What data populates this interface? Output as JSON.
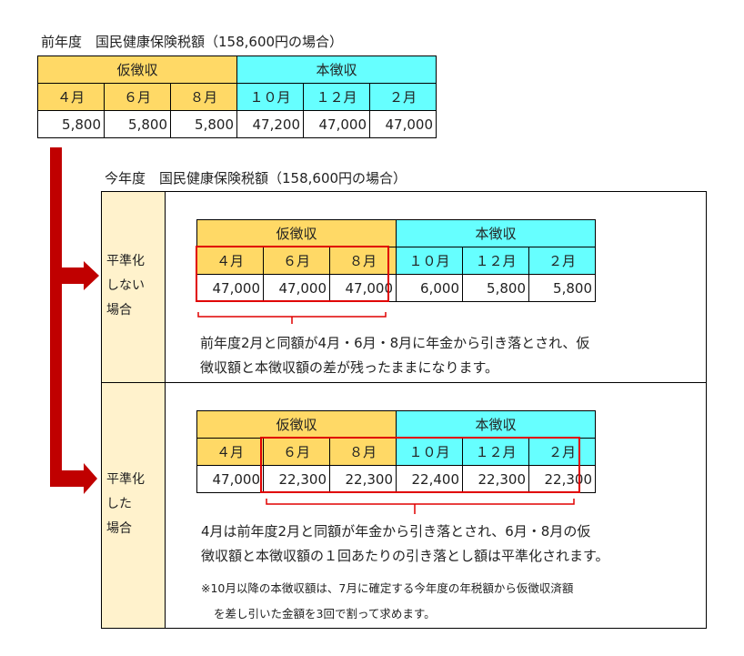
{
  "prev_year": {
    "title": "前年度　国民健康保険税額（158,600円の場合）",
    "groups": [
      "仮徴収",
      "本徴収"
    ],
    "months": [
      "４月",
      "６月",
      "８月",
      "１０月",
      "１２月",
      "２月"
    ],
    "amounts": [
      "5,800",
      "5,800",
      "5,800",
      "47,200",
      "47,000",
      "47,000"
    ]
  },
  "this_year": {
    "title": "今年度　国民健康保険税額（158,600円の場合）",
    "case_not_leveled": {
      "label_lines": [
        "平準化",
        "しない",
        "場合"
      ],
      "groups": [
        "仮徴収",
        "本徴収"
      ],
      "months": [
        "４月",
        "６月",
        "８月",
        "１０月",
        "１２月",
        "２月"
      ],
      "amounts": [
        "47,000",
        "47,000",
        "47,000",
        "6,000",
        "5,800",
        "5,800"
      ],
      "note_lines": [
        "前年度2月と同額が4月・6月・8月に年金から引き落とされ、仮",
        "徴収額と本徴収額の差が残ったままになります。"
      ]
    },
    "case_leveled": {
      "label_lines": [
        "平準化",
        "した",
        "場合"
      ],
      "groups": [
        "仮徴収",
        "本徴収"
      ],
      "months": [
        "４月",
        "６月",
        "８月",
        "１０月",
        "１２月",
        "２月"
      ],
      "amounts": [
        "47,000",
        "22,300",
        "22,300",
        "22,400",
        "22,300",
        "22,300"
      ],
      "note_lines": [
        "4月は前年度2月と同額が年金から引き落とされ、6月・8月の仮",
        "徴収額と本徴収額の１回あたりの引き落とし額は平準化されます。"
      ],
      "footnote_lines": [
        "※10月以降の本徴収額は、7月に確定する今年度の年税額から仮徴収済額",
        "を差し引いた金額を3回で割って求めます。"
      ]
    }
  },
  "colors": {
    "provisional": "#ffd966",
    "main": "#66ffff",
    "arrow": "#c00000",
    "highlight": "#e00000",
    "side": "#fff2cc"
  }
}
